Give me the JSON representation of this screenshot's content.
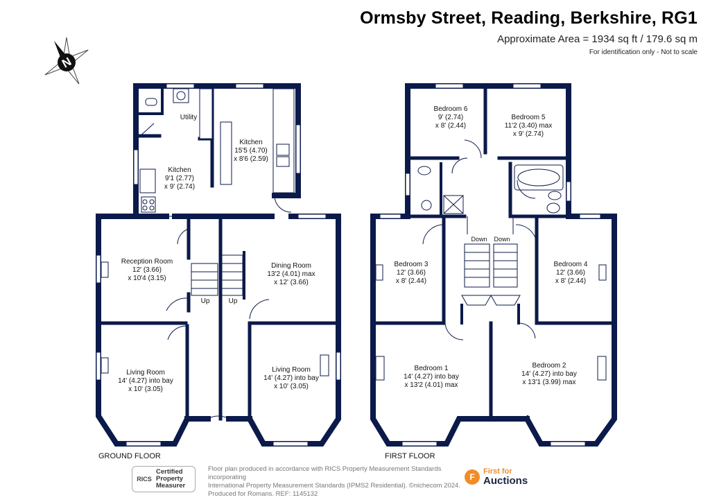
{
  "header": {
    "title": "Ormsby Street, Reading, Berkshire, RG1",
    "area": "Approximate Area = 1934 sq ft / 179.6 sq m",
    "note": "For identification only - Not to scale"
  },
  "compass": {
    "letter": "N"
  },
  "colors": {
    "wall": "#0b1a4a",
    "text": "#111111",
    "accent": "#f28c28"
  },
  "floors": {
    "ground": {
      "label": "GROUND FLOOR"
    },
    "first": {
      "label": "FIRST FLOOR"
    }
  },
  "rooms": {
    "utility": {
      "name": "Utility"
    },
    "kitchen_small": {
      "name": "Kitchen",
      "dim1": "9'1 (2.77)",
      "dim2": "x 9' (2.74)"
    },
    "kitchen_large": {
      "name": "Kitchen",
      "dim1": "15'5 (4.70)",
      "dim2": "x 8'6 (2.59)"
    },
    "reception": {
      "name": "Reception Room",
      "dim1": "12' (3.66)",
      "dim2": "x 10'4 (3.15)"
    },
    "dining": {
      "name": "Dining Room",
      "dim1": "13'2 (4.01) max",
      "dim2": "x 12' (3.66)"
    },
    "living_left": {
      "name": "Living Room",
      "dim1": "14' (4.27) into bay",
      "dim2": "x 10' (3.05)"
    },
    "living_right": {
      "name": "Living Room",
      "dim1": "14' (4.27) into bay",
      "dim2": "x 10' (3.05)"
    },
    "bedroom6": {
      "name": "Bedroom 6",
      "dim1": "9' (2.74)",
      "dim2": "x 8' (2.44)"
    },
    "bedroom5": {
      "name": "Bedroom 5",
      "dim1": "11'2 (3.40) max",
      "dim2": "x 9' (2.74)"
    },
    "bedroom3": {
      "name": "Bedroom 3",
      "dim1": "12' (3.66)",
      "dim2": "x 8' (2.44)"
    },
    "bedroom4": {
      "name": "Bedroom 4",
      "dim1": "12' (3.66)",
      "dim2": "x 8' (2.44)"
    },
    "bedroom1": {
      "name": "Bedroom 1",
      "dim1": "14' (4.27) into bay",
      "dim2": "x 13'2 (4.01) max"
    },
    "bedroom2": {
      "name": "Bedroom 2",
      "dim1": "14' (4.27) into bay",
      "dim2": "x 13'1 (3.99) max"
    }
  },
  "stairs": {
    "up": "Up",
    "down": "Down"
  },
  "footer": {
    "line1": "Floor plan produced in accordance with RICS Property Measurement Standards incorporating",
    "line2": "International Property Measurement Standards (IPMS2 Residential). ©nichecom 2024.",
    "line3": "Produced for Romans.   REF:  1145132",
    "rics_logo": "RICS",
    "rics_line1": "Certified",
    "rics_line2": "Property",
    "rics_line3": "Measurer",
    "brand_line1": "First for",
    "brand_line2": "Auctions",
    "brand_icon": "F"
  }
}
